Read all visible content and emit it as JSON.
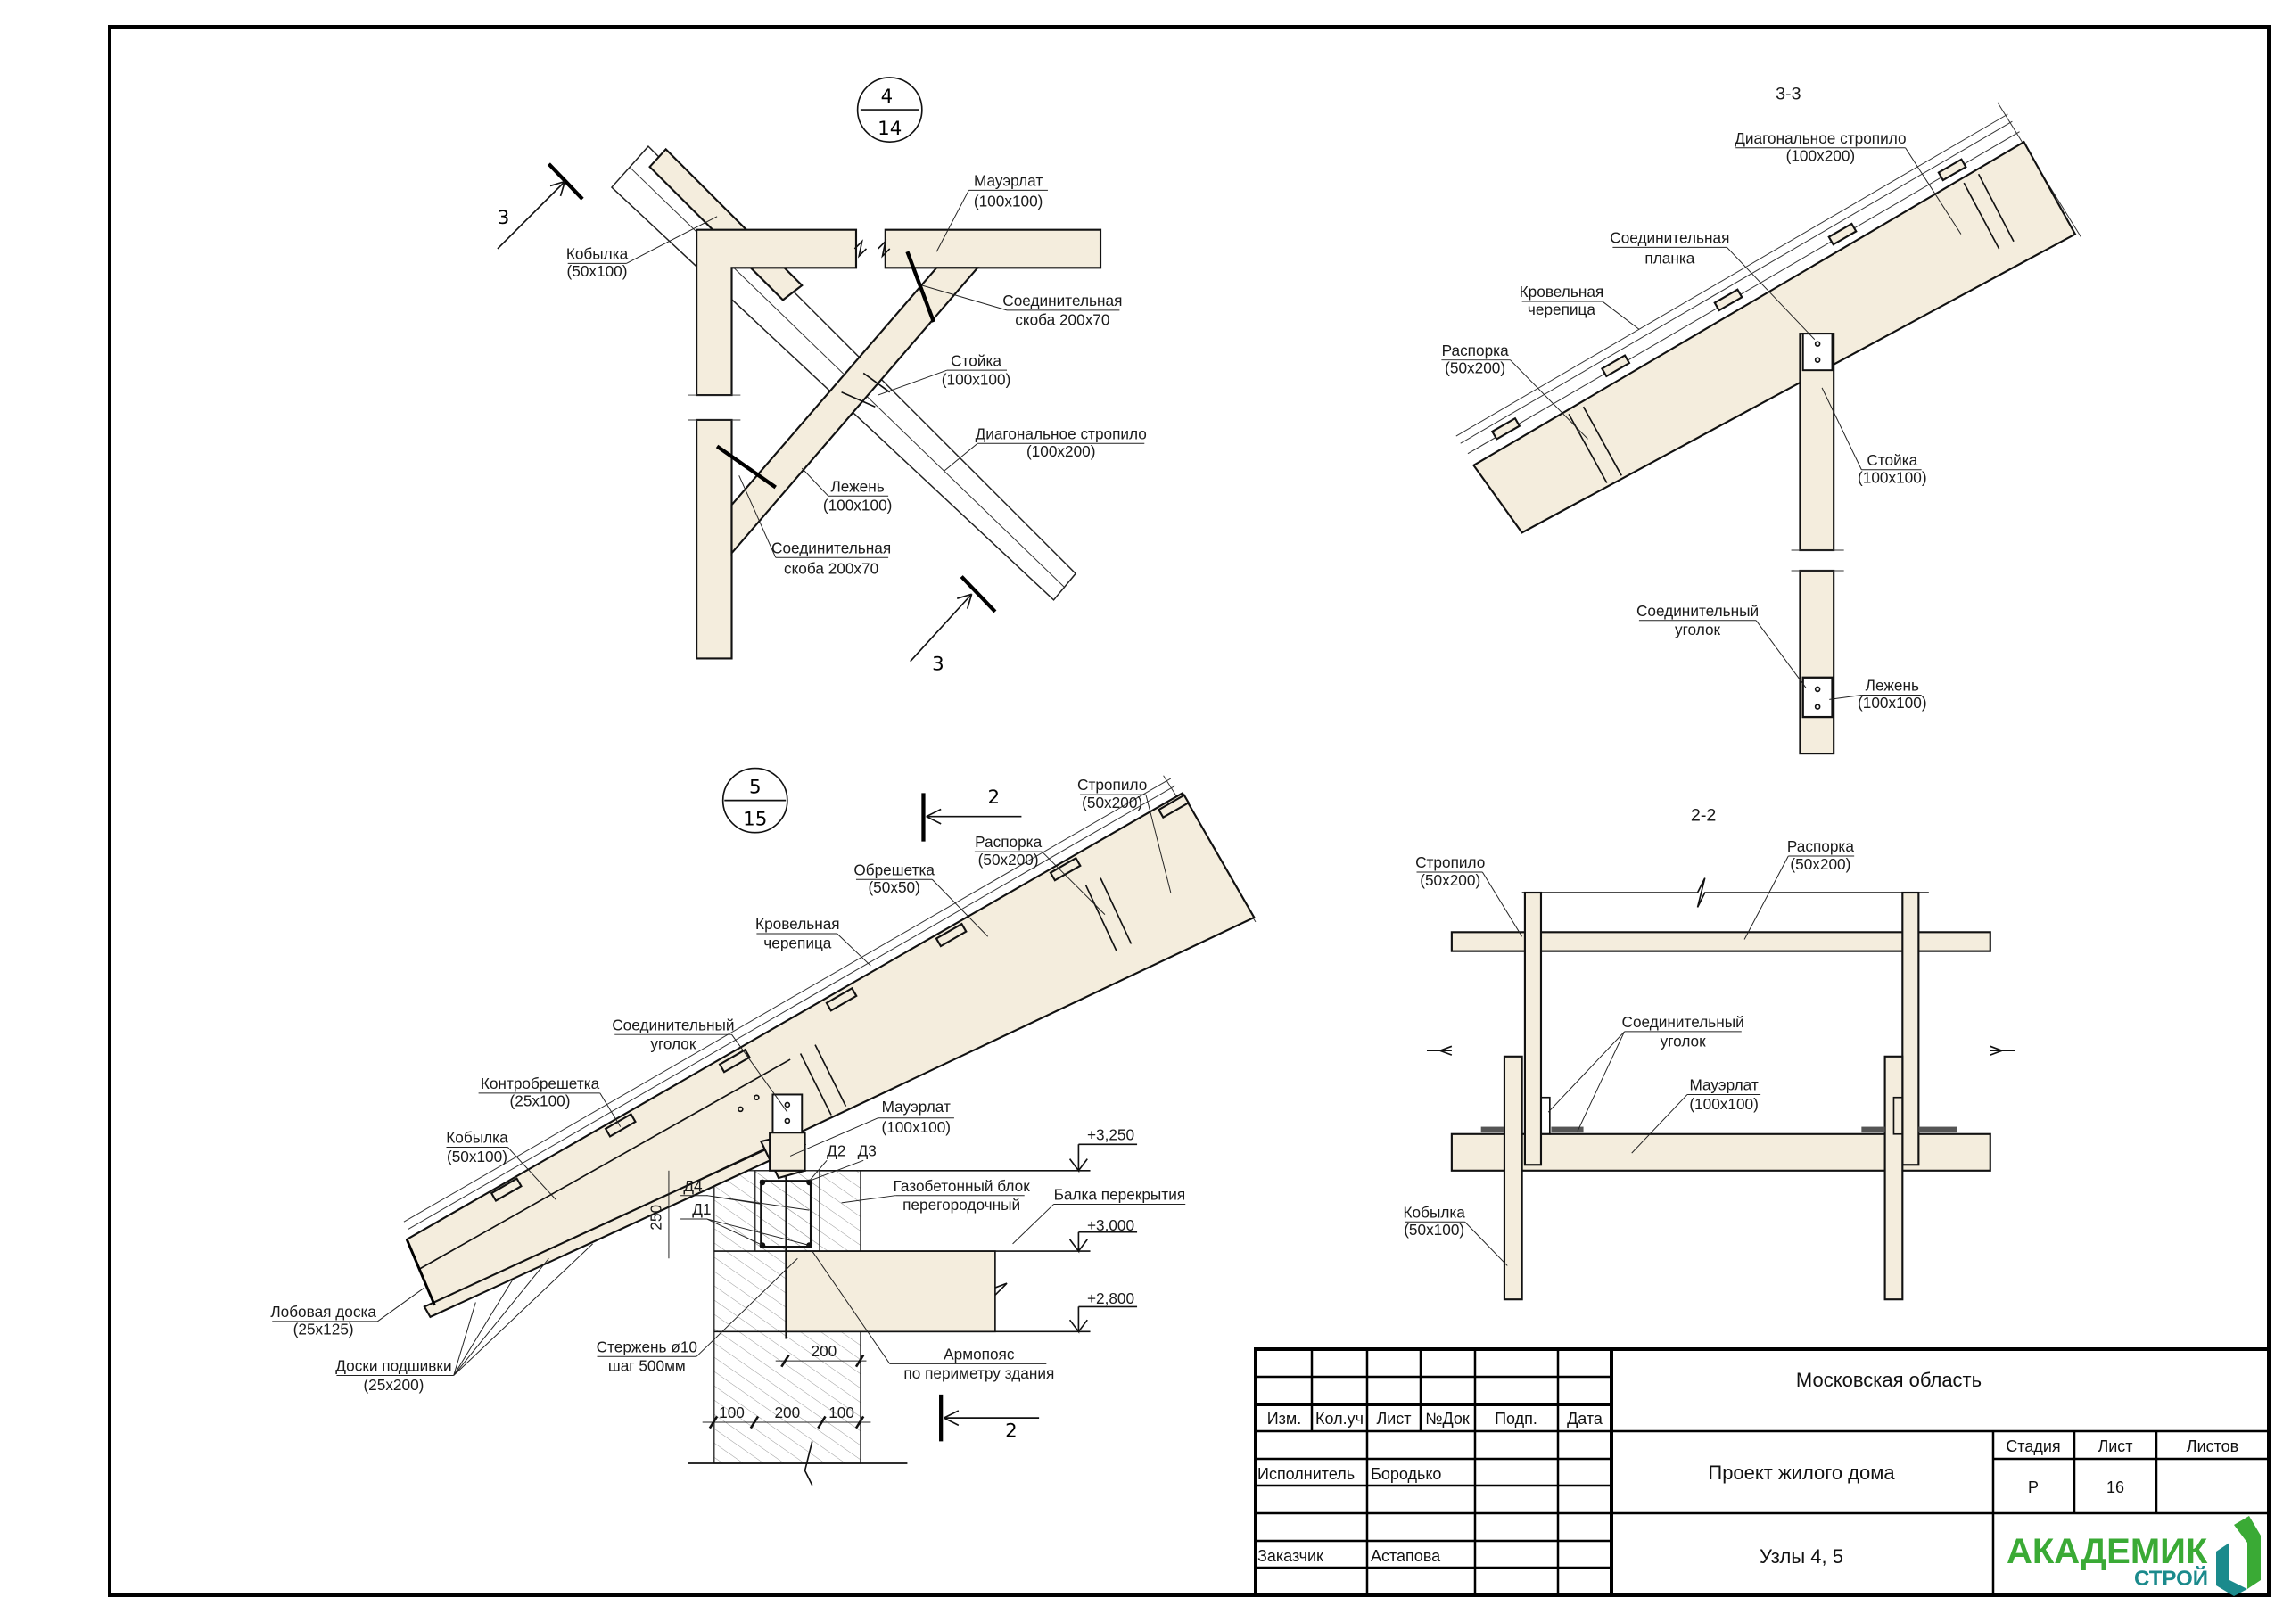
{
  "node4": {
    "marker_top": "4",
    "marker_bottom": "14",
    "section_mark": "3",
    "labels": {
      "mauerlat": [
        "Мауэрлат",
        "(100х100)"
      ],
      "kobylka": [
        "Кобылка",
        "(50х100)"
      ],
      "skoba_top": [
        "Соединительная",
        "скоба 200х70"
      ],
      "stoyka": [
        "Стойка",
        "(100х100)"
      ],
      "diag_rafter": [
        "Диагональное стропило",
        "(100х200)"
      ],
      "lezhen": [
        "Лежень",
        "(100х100)"
      ],
      "skoba_bottom": [
        "Соединительная",
        "скоба 200х70"
      ]
    }
  },
  "section33": {
    "title": "3-3",
    "labels": {
      "diag_rafter": [
        "Диагональное стропило",
        "(100х200)"
      ],
      "planka": [
        "Соединительная",
        "планка"
      ],
      "roof_tile": [
        "Кровельная",
        "черепица"
      ],
      "rasporka": [
        "Распорка",
        "(50х200)"
      ],
      "stoyka": [
        "Стойка",
        "(100х100)"
      ],
      "ugolok": [
        "Соединительный",
        "уголок"
      ],
      "lezhen": [
        "Лежень",
        "(100х100)"
      ]
    }
  },
  "node5": {
    "marker_top": "5",
    "marker_bottom": "15",
    "section_mark": "2",
    "labels": {
      "rafter": [
        "Стропило",
        "(50х200)"
      ],
      "rasporka": [
        "Распорка",
        "(50х200)"
      ],
      "obreshetka": [
        "Обрешетка",
        "(50х50)"
      ],
      "roof_tile": [
        "Кровельная",
        "черепица"
      ],
      "ugolok": [
        "Соединительный",
        "уголок"
      ],
      "kontrobreshetka": [
        "Контробрешетка",
        "(25х100)"
      ],
      "kobylka": [
        "Кобылка",
        "(50х100)"
      ],
      "mauerlat": [
        "Мауэрлат",
        "(100х100)"
      ],
      "gazobeton": [
        "Газобетонный блок",
        "перегородочный"
      ],
      "balka": [
        "Балка перекрытия"
      ],
      "lobovaya": [
        "Лобовая доска",
        "(25х125)"
      ],
      "podshivka": [
        "Доски подшивки",
        "(25х200)"
      ],
      "sterzhen": [
        "Стержень ø10",
        "шаг 500мм"
      ],
      "armopoyas": [
        "Армопояс",
        "по периметру здания"
      ]
    },
    "levels": [
      "+3,250",
      "+3,000",
      "+2,800"
    ],
    "rebar": [
      "Д1",
      "Д2",
      "Д3",
      "Д4"
    ],
    "dims": {
      "height": "250",
      "top": "200",
      "b1": "100",
      "b2": "200",
      "b3": "100"
    }
  },
  "section22": {
    "title": "2-2",
    "labels": {
      "rafter": [
        "Стропило",
        "(50х200)"
      ],
      "rasporka": [
        "Распорка",
        "(50х200)"
      ],
      "ugolok": [
        "Соединительный",
        "уголок"
      ],
      "mauerlat": [
        "Мауэрлат",
        "(100х100)"
      ],
      "kobylka": [
        "Кобылка",
        "(50х100)"
      ]
    }
  },
  "title_block": {
    "headers": [
      "Изм.",
      "Кол.уч",
      "Лист",
      "№Док",
      "Подп.",
      "Дата"
    ],
    "performer_label": "Исполнитель",
    "performer": "Бородько",
    "customer_label": "Заказчик",
    "customer": "Астапова",
    "region": "Московская область",
    "project": "Проект жилого дома",
    "sheet_title": "Узлы 4, 5",
    "stage_label": "Стадия",
    "sheet_label": "Лист",
    "sheets_label": "Листов",
    "stage": "Р",
    "sheet": "16",
    "sheets": "",
    "logo": {
      "line1": "АКАДЕМИК",
      "line2": "СТРОЙ",
      "green": "#3aaa35",
      "teal": "#1b8a8c"
    }
  }
}
